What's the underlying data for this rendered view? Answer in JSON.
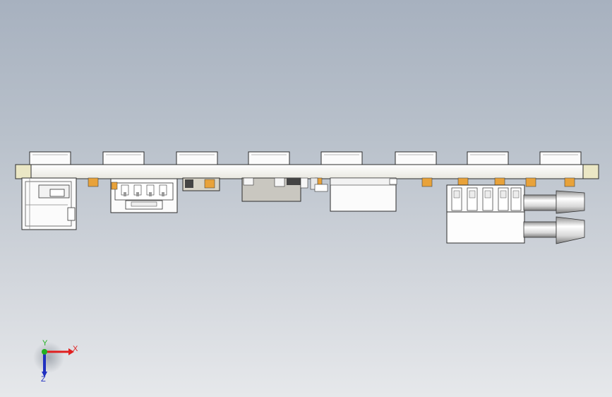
{
  "viewport": {
    "background_top": "#a7b1bf",
    "background_bottom": "#e6e8eb"
  },
  "model": {
    "board_color": "#f7f7f2",
    "edge_color": "#2d2d2d",
    "pad_color": "#e8a23a",
    "shadow_color": "#9a9a96",
    "connector_color": "#fbfbfb",
    "gray_block_color": "#c9c7c0"
  },
  "triad": {
    "x_label": "X",
    "y_label": "Y",
    "z_label": "Z",
    "x_color": "#e02020",
    "y_color": "#20b020",
    "z_color": "#2030c0"
  }
}
